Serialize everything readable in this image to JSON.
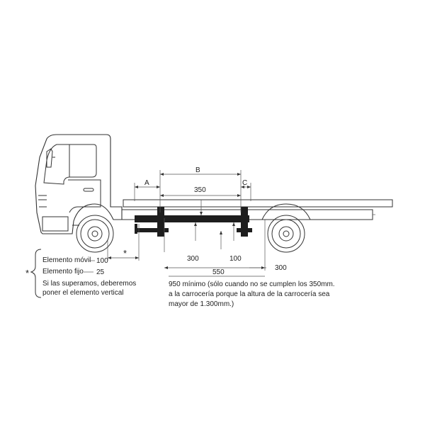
{
  "dimensions": {
    "a": "A",
    "b": "B",
    "c": "C",
    "d350": "350",
    "d300_left": "300",
    "d100": "100",
    "d550": "550",
    "d300_right": "300"
  },
  "legend": {
    "movable_label": "Elemento móvil",
    "movable_value": "100",
    "fixed_label": "Elemento fijo",
    "fixed_value": "25",
    "asterisk": "*",
    "note_line1": "Si las superamos, deberemos",
    "note_line2": "poner el elemento vertical"
  },
  "main_note": {
    "line1": "950 mínimo (sólo cuando no se cumplen los 350mm.",
    "line2": "a la carrocería porque la altura de la carrocería sea",
    "line3": "mayor de 1.300mm.)"
  },
  "colors": {
    "line": "#333333",
    "subframe": "#1e1e1e"
  }
}
